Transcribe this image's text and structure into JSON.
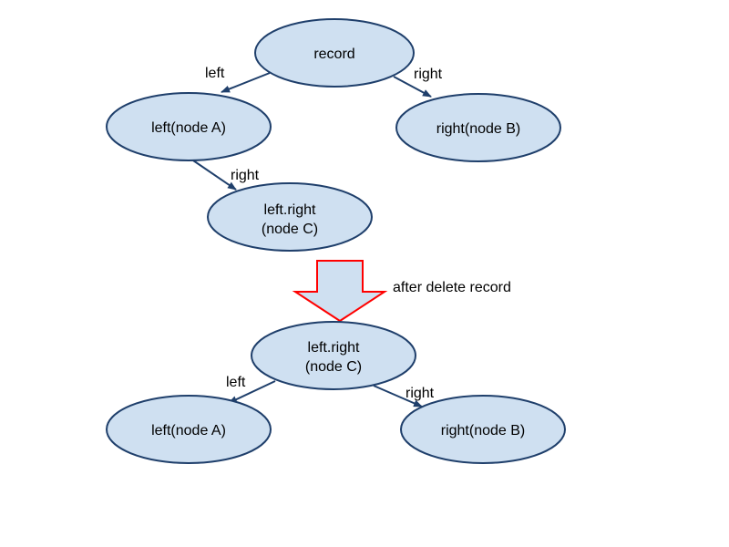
{
  "colors": {
    "node_fill": "#cfe0f1",
    "node_stroke": "#1f3f6b",
    "edge": "#1f3f6b",
    "arrow_fill": "#cfe0f1",
    "arrow_stroke": "#ff0000"
  },
  "before": {
    "root": "record",
    "left_node": "left(node A)",
    "right_node": "right(node B)",
    "left_right_node_line1": "left.right",
    "left_right_node_line2": "(node C)",
    "edge_left": "left",
    "edge_right": "right",
    "edge_left_right": "right"
  },
  "transition": {
    "label": "after delete record"
  },
  "after": {
    "root_line1": "left.right",
    "root_line2": "(node C)",
    "left_node": "left(node A)",
    "right_node": "right(node B)",
    "edge_left": "left",
    "edge_right": "right"
  }
}
